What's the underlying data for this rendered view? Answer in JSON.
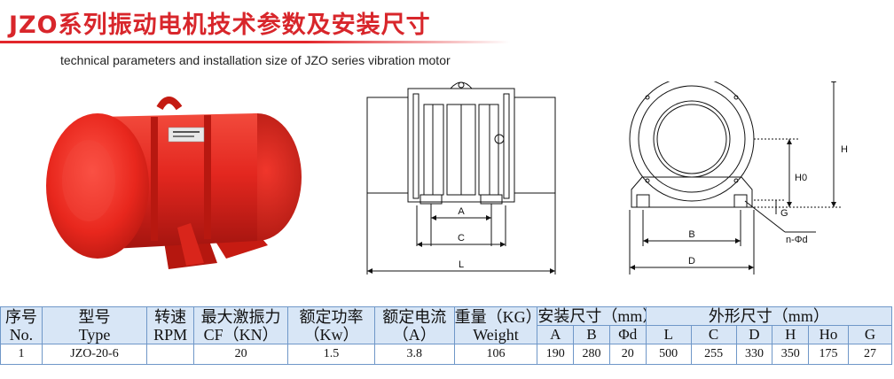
{
  "header": {
    "title": "JZO系列振动电机技术参数及安装尺寸",
    "subtitle": "technical parameters and installation size of JZO series vibration motor"
  },
  "drawing_labels": {
    "side": [
      "A",
      "C",
      "L"
    ],
    "end": [
      "H",
      "H0",
      "G",
      "B",
      "D",
      "n-Φd"
    ]
  },
  "table": {
    "headers": {
      "no": [
        "序号",
        "No."
      ],
      "type": [
        "型号",
        "Type"
      ],
      "rpm": [
        "转速",
        "RPM"
      ],
      "cf": [
        "最大激振力",
        "CF（KN）"
      ],
      "power": [
        "额定功率",
        "（Kw）"
      ],
      "current": [
        "额定电流",
        "（A）"
      ],
      "weight": [
        "重量（KG）",
        "Weight"
      ],
      "install": "安装尺寸（mm）",
      "outline": "外形尺寸（mm）",
      "sub": [
        "A",
        "B",
        "Φd",
        "L",
        "C",
        "D",
        "H",
        "Ho",
        "G"
      ]
    },
    "rows": [
      {
        "no": "1",
        "type": "JZO-20-6",
        "rpm": "",
        "cf": "20",
        "power": "1.5",
        "current": "3.8",
        "weight": "106",
        "A": "190",
        "B": "280",
        "d": "20",
        "L": "500",
        "C": "255",
        "D": "330",
        "H": "350",
        "Ho": "175",
        "G": "27"
      }
    ]
  }
}
